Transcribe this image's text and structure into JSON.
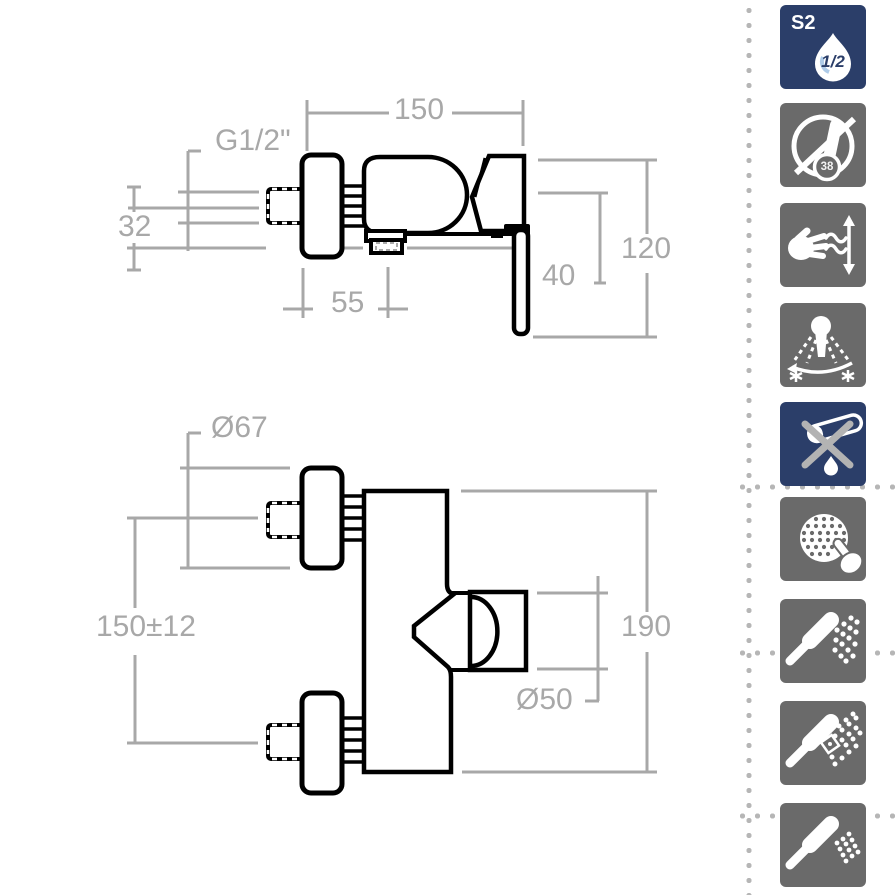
{
  "colors": {
    "accent_navy": "#2b3e69",
    "tile_gray": "#6a6a6a",
    "dimension_gray": "#a8a8a8",
    "dot_gray": "#b6b6b6",
    "outline_black": "#000000"
  },
  "technical_drawing": {
    "top_view": {
      "dimensions": {
        "width": "150",
        "thread": "G1/2\"",
        "inlet_offset": "32",
        "height": "120",
        "handle_drop": "40",
        "outlet_offset": "55"
      }
    },
    "front_view": {
      "dimensions": {
        "flange_diameter": "Ø67",
        "inlet_spacing": "150±12",
        "body_height": "190",
        "outlet_diameter": "Ø50"
      }
    }
  },
  "sidebar": {
    "tiles": [
      {
        "name": "flow-class",
        "icon": "water-drop-icon",
        "style": "navy",
        "badge": "S2",
        "drop_label": "1/2"
      },
      {
        "name": "no-thermostat",
        "icon": "thermometer-crossed-icon",
        "style": "gray",
        "bulb_label": "38"
      },
      {
        "name": "flow-adjustment",
        "icon": "hand-flow-arrows-icon",
        "style": "gray"
      },
      {
        "name": "spray-angle-adjustment",
        "icon": "shower-arc-hot-cold-icon",
        "style": "gray"
      },
      {
        "name": "no-aggressive-cleaning",
        "icon": "no-cleaning-agent-icon",
        "style": "navy"
      },
      {
        "name": "push-spray-plate",
        "icon": "spray-plate-finger-icon",
        "style": "gray"
      },
      {
        "name": "handshower-wide-spray",
        "icon": "handshower-spray-icon",
        "style": "gray"
      },
      {
        "name": "handshower-massage-spray",
        "icon": "handshower-massage-icon",
        "style": "gray"
      },
      {
        "name": "handshower-jet-spray",
        "icon": "handshower-jet-icon",
        "style": "gray"
      }
    ]
  }
}
